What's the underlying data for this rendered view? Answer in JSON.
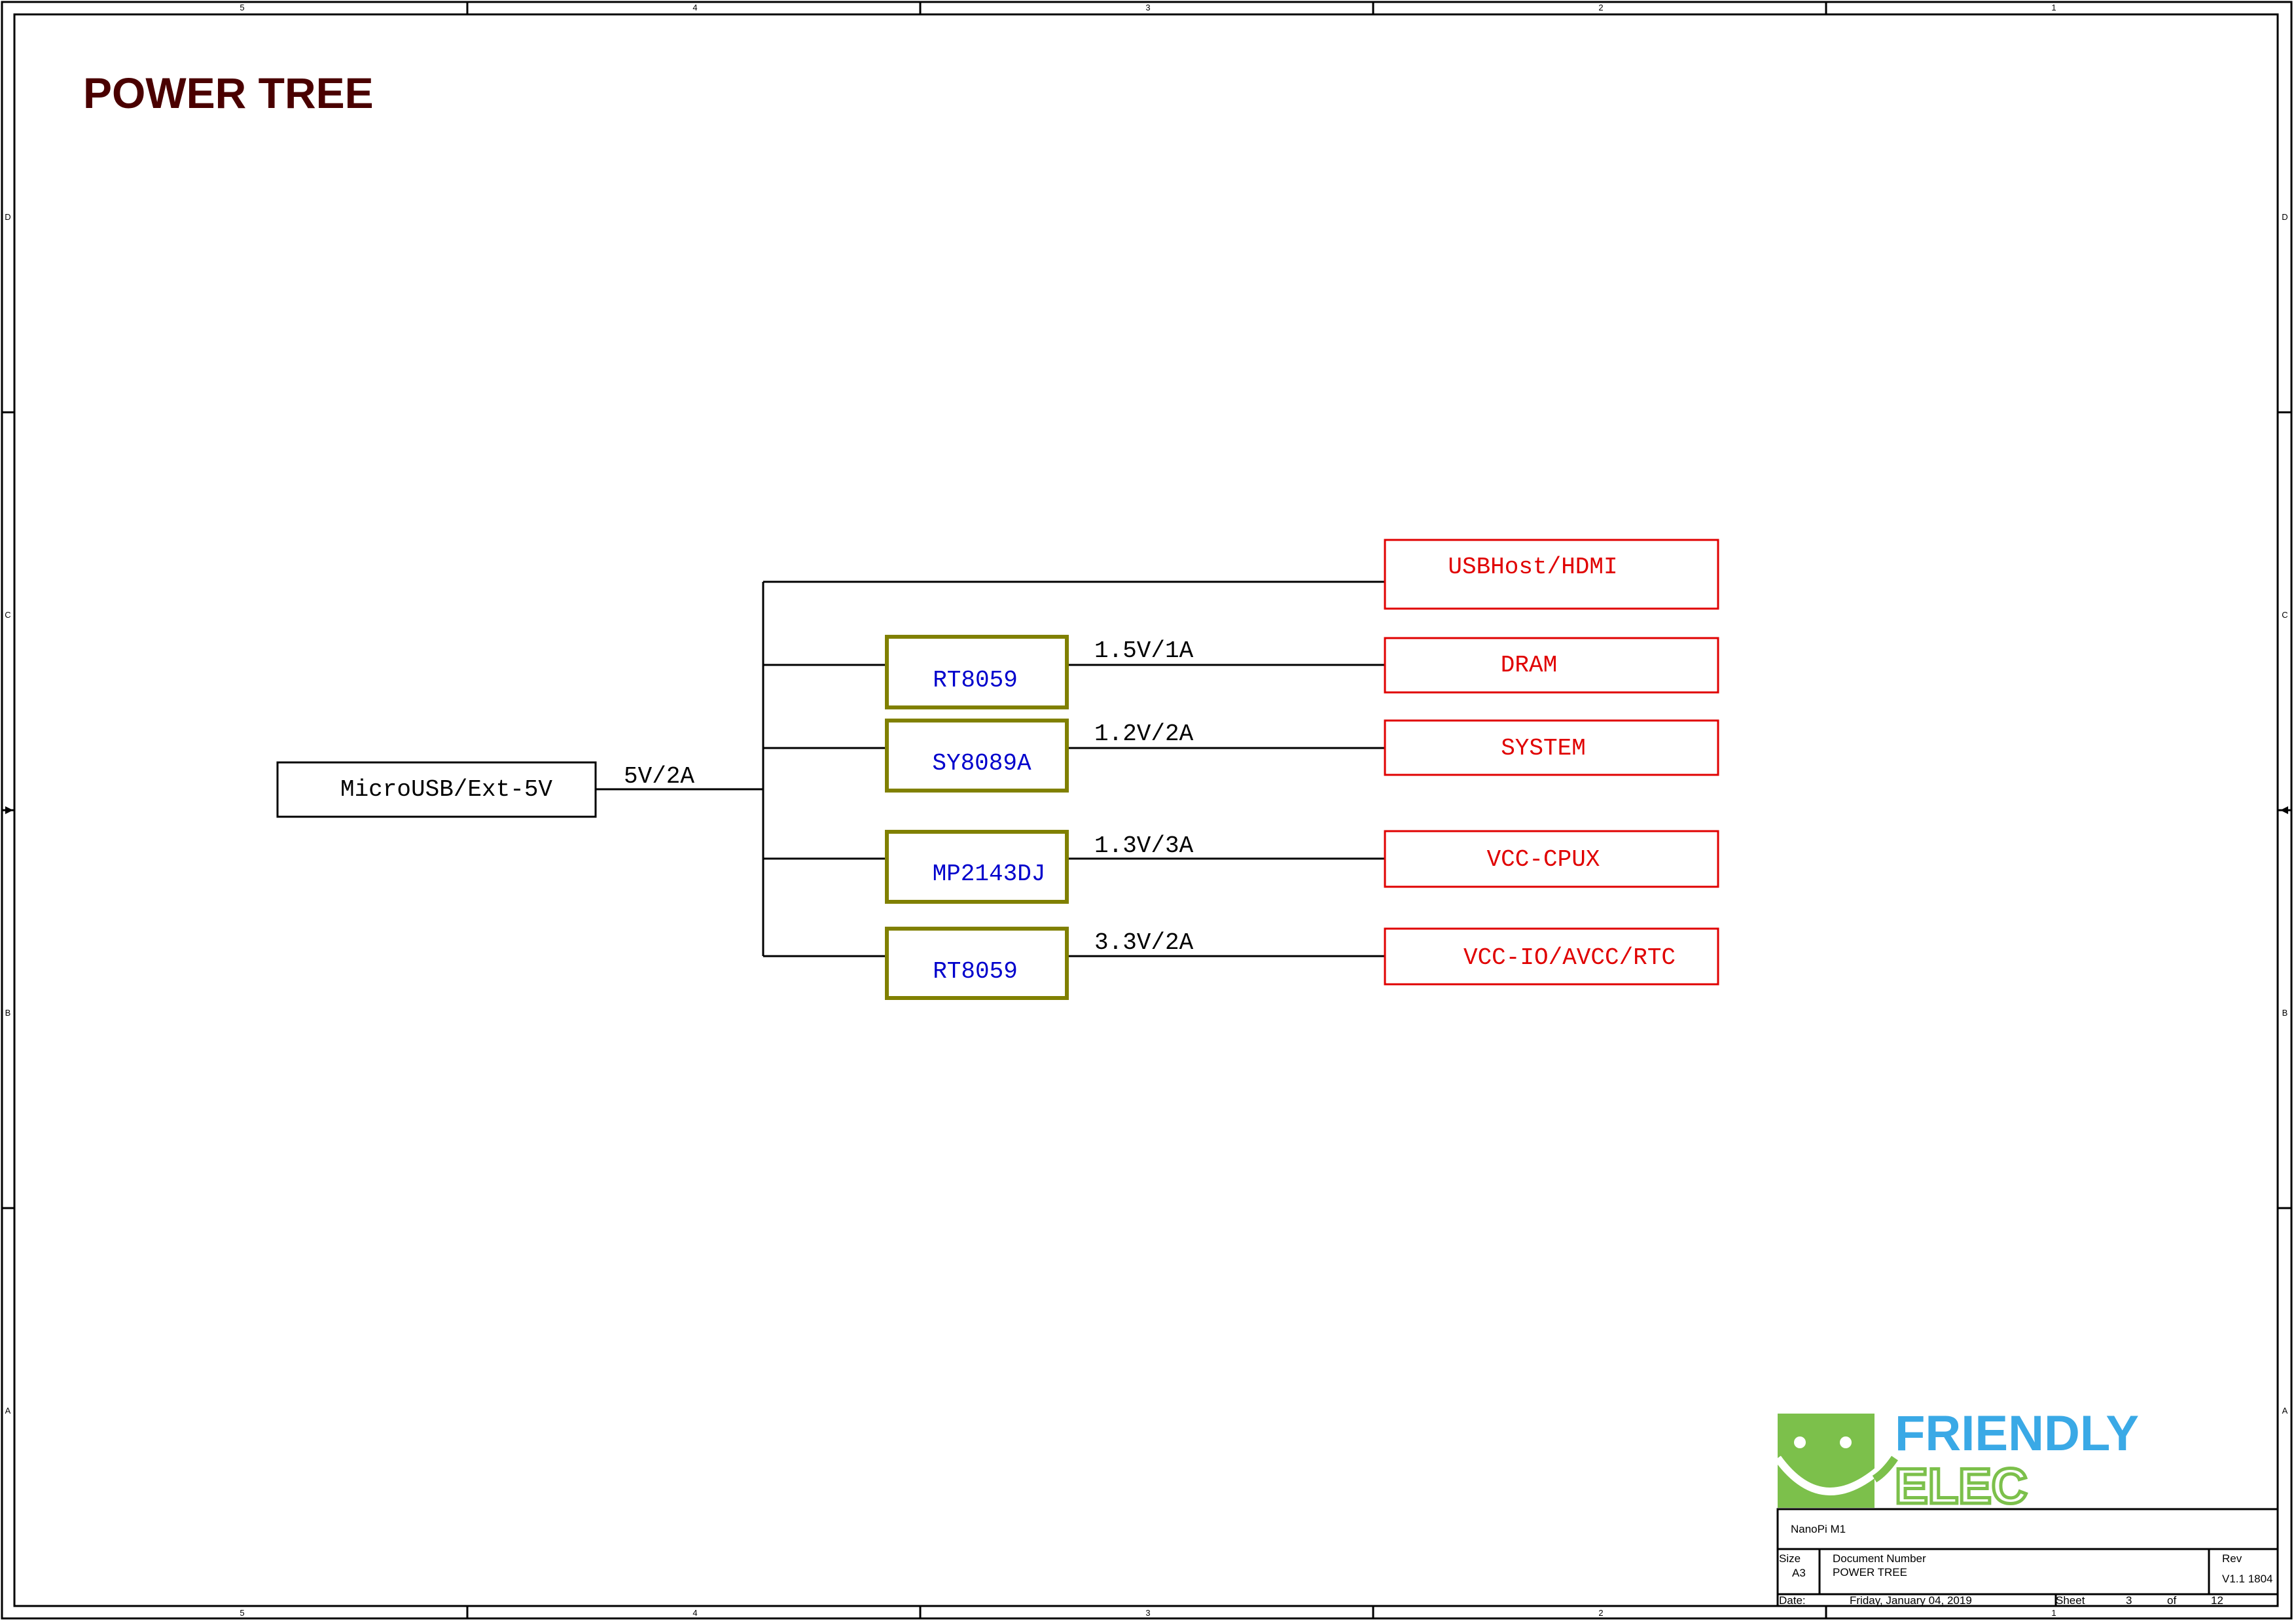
{
  "sheet": {
    "title": "POWER TREE",
    "zone_columns": [
      "5",
      "4",
      "3",
      "2",
      "1"
    ],
    "zone_rows": [
      "D",
      "C",
      "B",
      "A"
    ]
  },
  "colors": {
    "title": "#4a0000",
    "frame": "#000000",
    "source_box": "#000000",
    "regulator_box": "#808000",
    "regulator_text": "#0000cc",
    "load_box": "#e00000",
    "logo_green": "#7cc04b",
    "logo_blue": "#3aa9e6"
  },
  "source": {
    "label": "MicroUSB/Ext-5V",
    "rail": "5V/2A"
  },
  "branches": [
    {
      "regulator": "",
      "output": "",
      "load": "USBHost/HDMI"
    },
    {
      "regulator": "RT8059",
      "output": "1.5V/1A",
      "load": "DRAM"
    },
    {
      "regulator": "SY8089A",
      "output": "1.2V/2A",
      "load": "SYSTEM"
    },
    {
      "regulator": "MP2143DJ",
      "output": "1.3V/3A",
      "load": "VCC-CPUX"
    },
    {
      "regulator": "RT8059",
      "output": "3.3V/2A",
      "load": "VCC-IO/AVCC/RTC"
    }
  ],
  "logo": {
    "line1": "FRIENDLY",
    "line2": "ELEC"
  },
  "title_block": {
    "project": "NanoPi M1",
    "size_label": "Size",
    "size": "A3",
    "doc_label": "Document  Number",
    "doc": "POWER TREE",
    "rev_label": "Rev",
    "rev": "V1.1 1804",
    "date_label": "Date:",
    "date": "Friday, January 04, 2019",
    "sheet_label": "Sheet",
    "sheet_no": "3",
    "of_label": "of",
    "sheet_total": "12"
  }
}
